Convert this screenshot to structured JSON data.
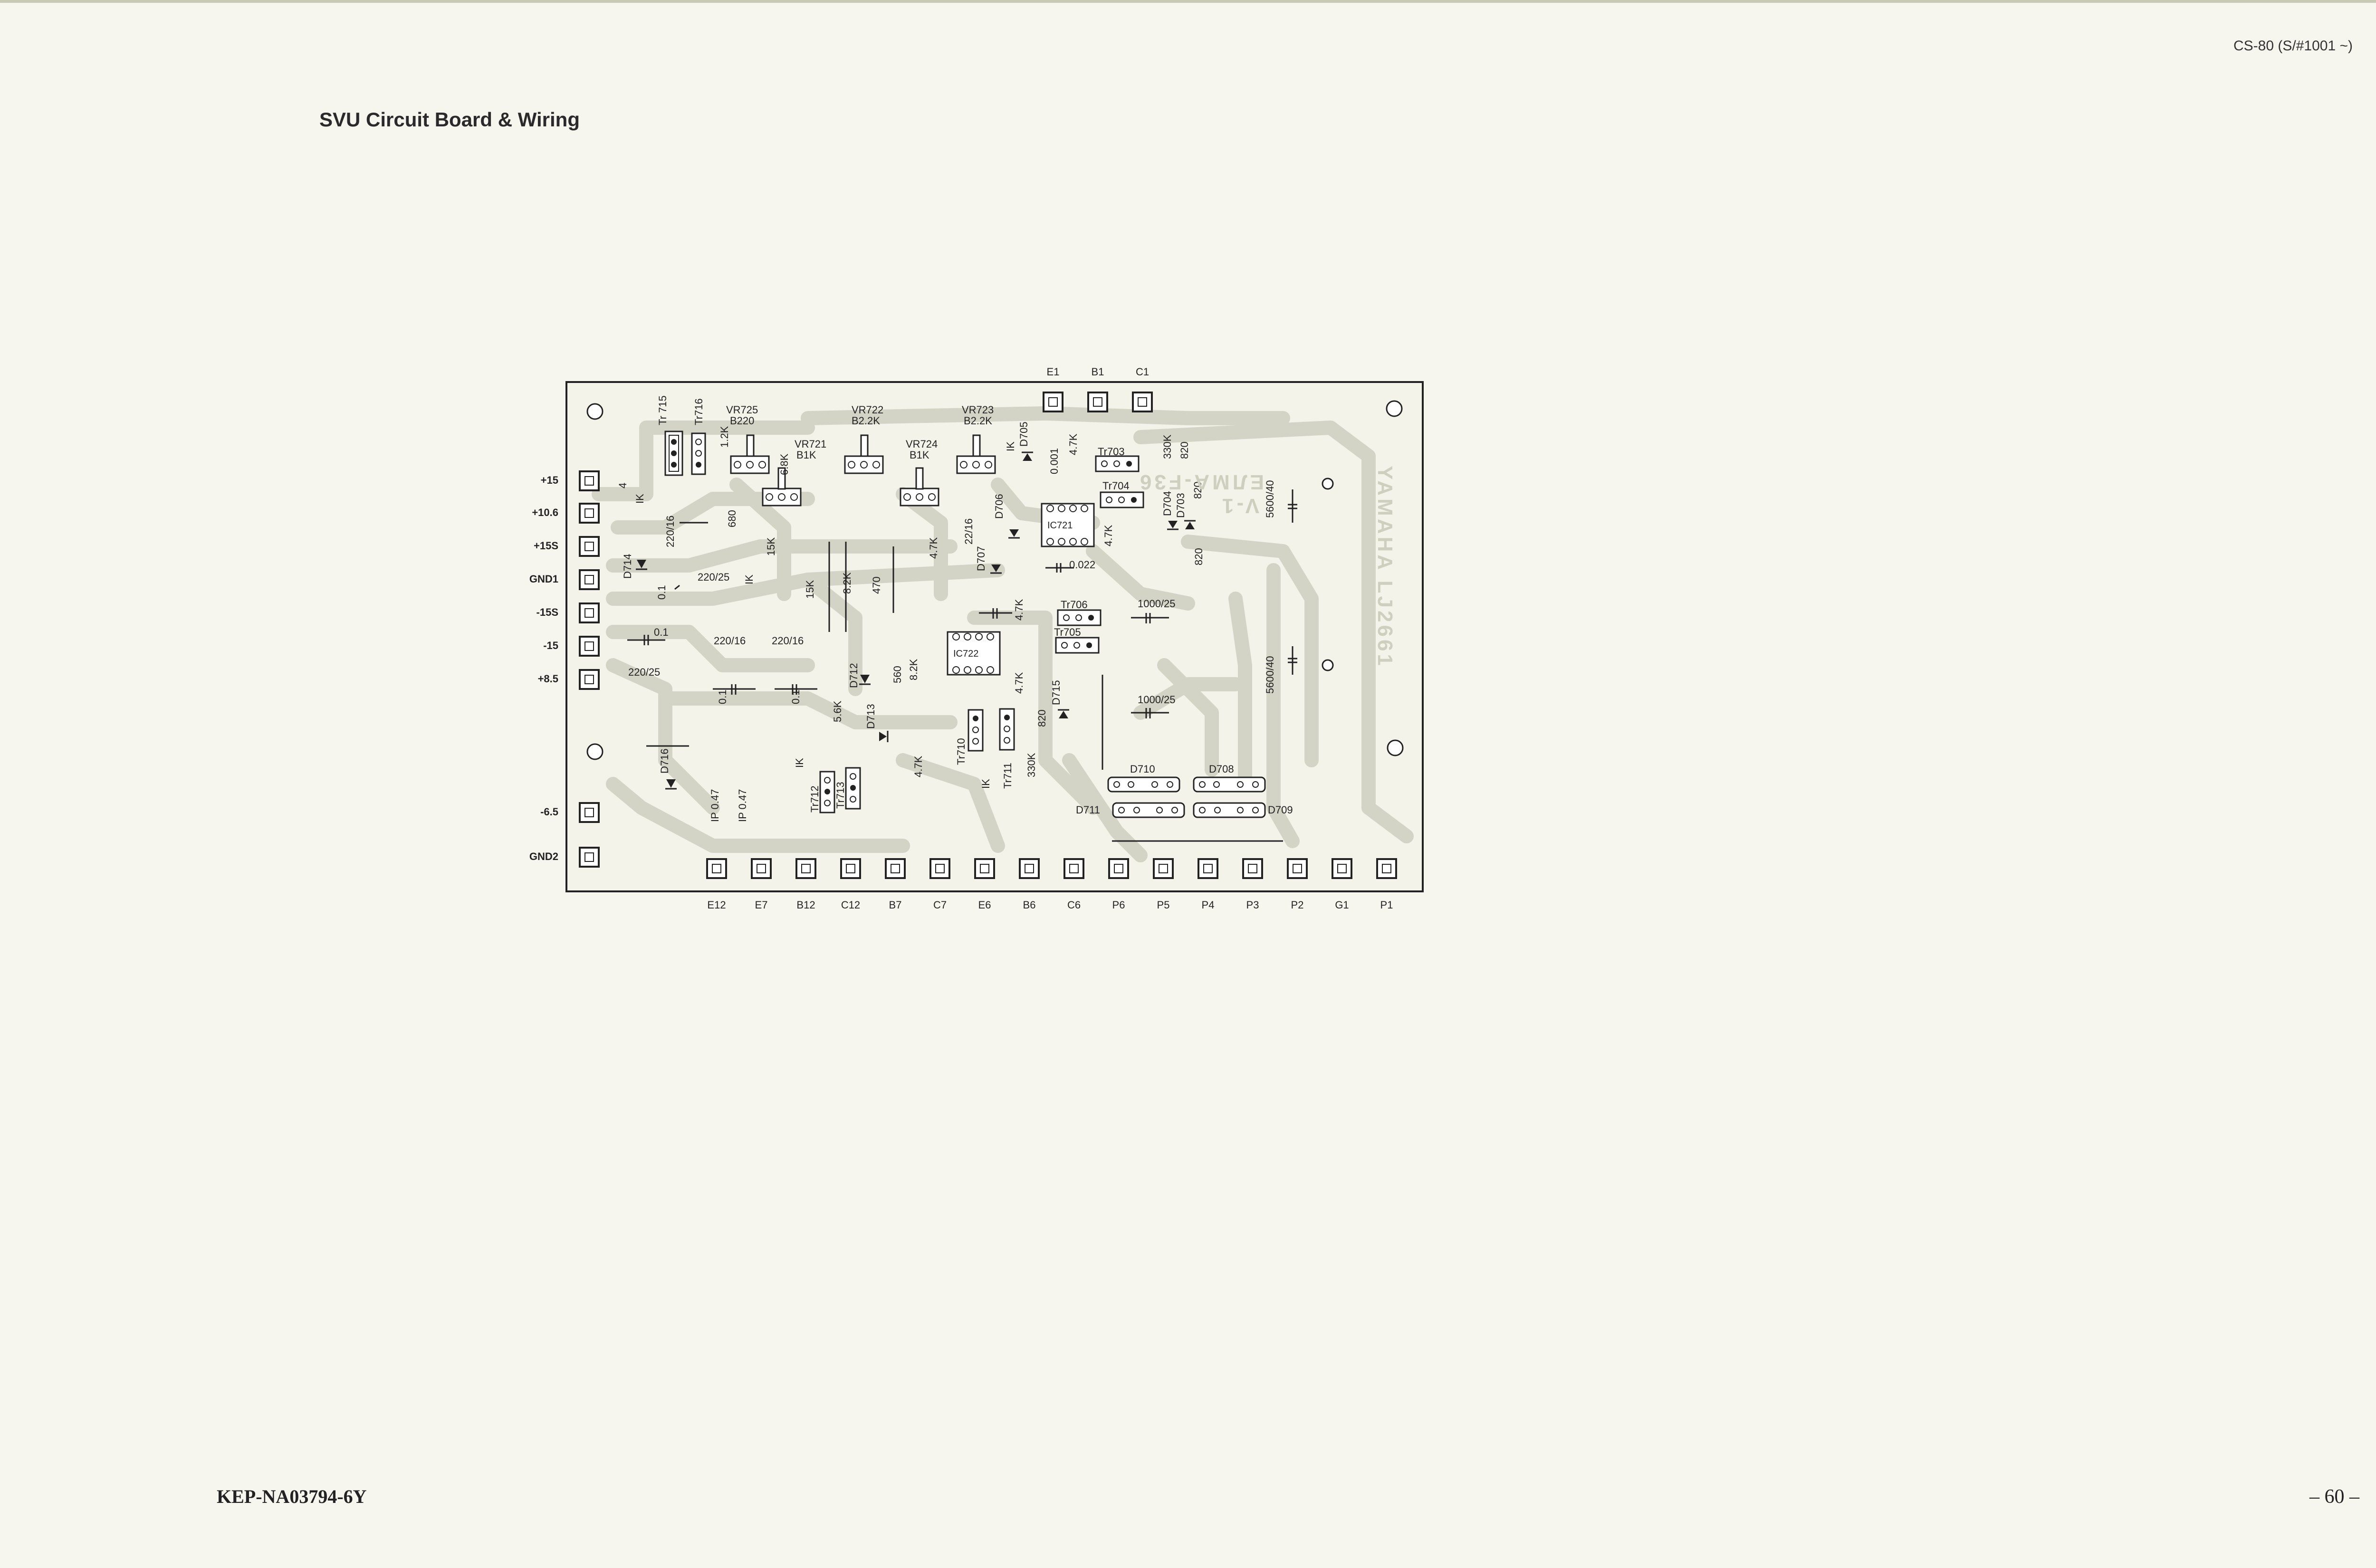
{
  "header": {
    "model": "CS-80 (S/#1001 ~)",
    "title": "SVU Circuit Board & Wiring"
  },
  "footer": {
    "part_number": "KEP-NA03794-6Y",
    "page_number": "– 60 –"
  },
  "board": {
    "left_terminals": [
      "+15",
      "+10.6",
      "+15S",
      "GND1",
      "-15S",
      "-15",
      "+8.5",
      "-6.5",
      "GND2"
    ],
    "top_terminals": [
      "E1",
      "B1",
      "C1"
    ],
    "bottom_terminals": [
      "E12",
      "E7",
      "B12",
      "C12",
      "B7",
      "C7",
      "E6",
      "B6",
      "C6",
      "P6",
      "P5",
      "P4",
      "P3",
      "P2",
      "G1",
      "P1"
    ],
    "trimmers": [
      {
        "name": "VR725",
        "value": "B220"
      },
      {
        "name": "VR721",
        "value": "B1K"
      },
      {
        "name": "VR722",
        "value": "B2.2K"
      },
      {
        "name": "VR724",
        "value": "B1K"
      },
      {
        "name": "VR723",
        "value": "B2.2K"
      }
    ],
    "ics": [
      "IC721",
      "IC722"
    ],
    "transistors": [
      "Tr 715",
      "Tr716",
      "Tr703",
      "Tr704",
      "Tr706",
      "Tr705",
      "Tr710",
      "Tr711",
      "Tr712",
      "Tr713"
    ],
    "diodes": [
      "D714",
      "D716",
      "D712",
      "D713",
      "D707",
      "D706",
      "D705",
      "D704",
      "D703",
      "D715",
      "D710",
      "D708",
      "D711",
      "D709"
    ],
    "components": [
      "1.2K",
      "680",
      "IK",
      "15K",
      "6.8K",
      "15K",
      "8.2K",
      "470",
      "4.7K",
      "IK",
      "0.001",
      "4.7K",
      "330K",
      "820",
      "4.7K",
      "0.022",
      "820",
      "5600/40",
      "1000/25",
      "560",
      "8.2K",
      "5.6K",
      "4.7K",
      "820",
      "330K",
      "4.7K",
      "IK",
      "0.1",
      "220/16",
      "220/25",
      "220/25",
      "220/16",
      "220/16",
      "0.1",
      "0.1",
      "0.1",
      "IP 0.47",
      "IP 0.47",
      "IK",
      "4.7K",
      "5600/40",
      "1000/25",
      "22/16",
      "4",
      "IK",
      "820"
    ],
    "silkscreen": [
      "ЕЛМА-F36",
      "V-1",
      "YAMAHA LJ2661"
    ]
  }
}
